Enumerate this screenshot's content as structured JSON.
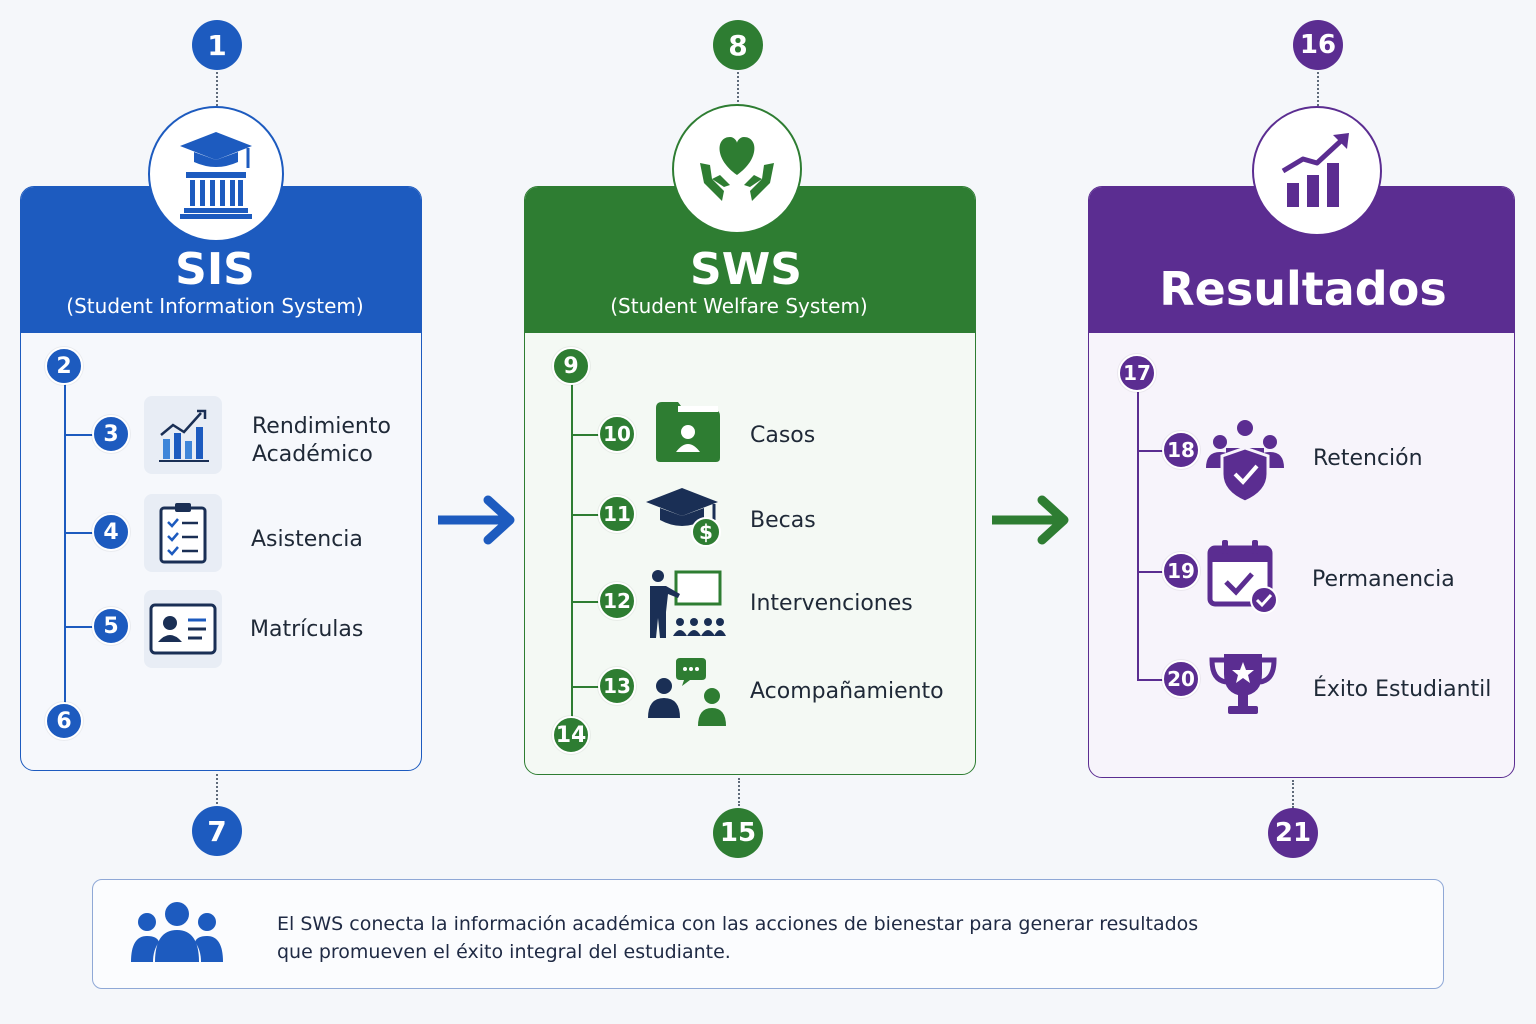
{
  "colors": {
    "sis": "#1d5bbf",
    "sws": "#2e7d32",
    "results": "#5b2d91"
  },
  "sis": {
    "title": "SIS",
    "subtitle": "(Student Information System)",
    "icon": "university-graduation-cap-icon",
    "badges": {
      "top": "1",
      "list_start": "2",
      "list_end": "6",
      "bottom": "7"
    },
    "items": [
      {
        "badge": "3",
        "label": "Rendimiento\nAcadémico",
        "icon": "bar-chart-trend-icon"
      },
      {
        "badge": "4",
        "label": "Asistencia",
        "icon": "checklist-clipboard-icon"
      },
      {
        "badge": "5",
        "label": "Matrículas",
        "icon": "id-card-icon"
      }
    ]
  },
  "sws": {
    "title": "SWS",
    "subtitle": "(Student Welfare System)",
    "icon": "hands-heart-icon",
    "badges": {
      "top": "8",
      "list_start": "9",
      "list_end": "14",
      "bottom": "15"
    },
    "items": [
      {
        "badge": "10",
        "label": "Casos",
        "icon": "folder-user-icon"
      },
      {
        "badge": "11",
        "label": "Becas",
        "icon": "graduation-cap-dollar-icon"
      },
      {
        "badge": "12",
        "label": "Intervenciones",
        "icon": "presenter-audience-icon"
      },
      {
        "badge": "13",
        "label": "Acompañamiento",
        "icon": "people-chat-icon"
      }
    ]
  },
  "results": {
    "title": "Resultados",
    "icon": "growth-chart-arrow-icon",
    "badges": {
      "top": "16",
      "list_start": "17",
      "bottom": "21"
    },
    "items": [
      {
        "badge": "18",
        "label": "Retención",
        "icon": "group-shield-icon"
      },
      {
        "badge": "19",
        "label": "Permanencia",
        "icon": "calendar-check-icon"
      },
      {
        "badge": "20",
        "label": "Éxito Estudiantil",
        "icon": "trophy-star-icon"
      }
    ]
  },
  "note": {
    "icon": "group-people-icon",
    "text": "El SWS conecta la información académica con las acciones de bienestar para generar resultados\nque promueven el éxito integral del estudiante."
  }
}
